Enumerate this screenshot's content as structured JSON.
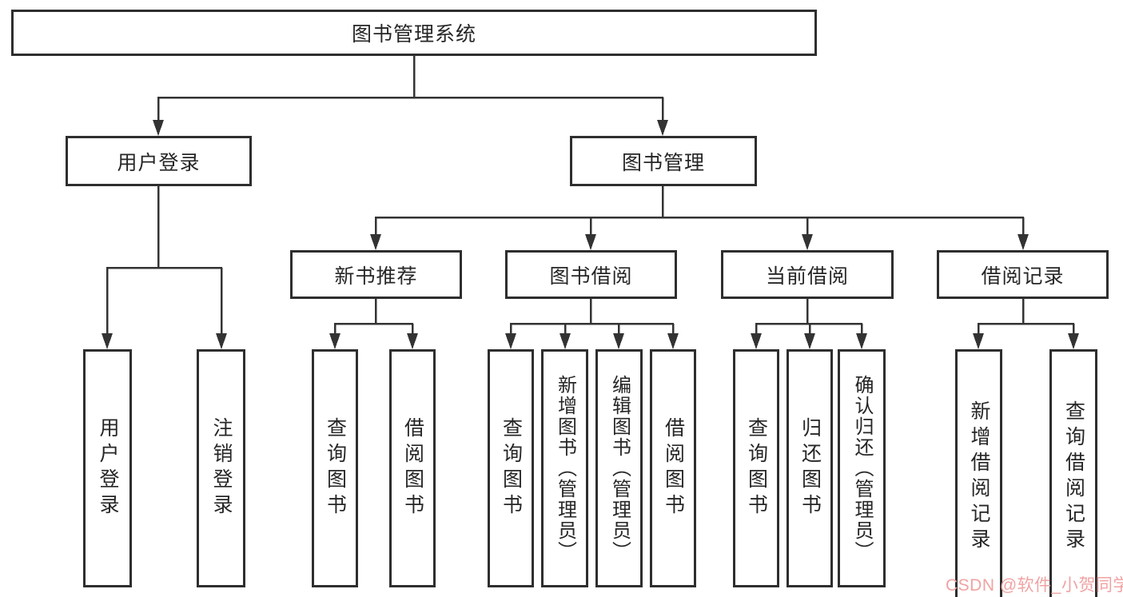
{
  "diagram": {
    "line_color": "#333333",
    "tree": {
      "root": {
        "label": "图书管理系统",
        "children": [
          {
            "label": "用户登录",
            "children": [
              {
                "label": "用户登录"
              },
              {
                "label": "注销登录"
              }
            ]
          },
          {
            "label": "图书管理",
            "children": [
              {
                "label": "新书推荐",
                "children": [
                  {
                    "label": "查询图书"
                  },
                  {
                    "label": "借阅图书"
                  }
                ]
              },
              {
                "label": "图书借阅",
                "children": [
                  {
                    "label": "查询图书"
                  },
                  {
                    "label": "新增图书（管理员）"
                  },
                  {
                    "label": "编辑图书（管理员）"
                  },
                  {
                    "label": "借阅图书"
                  }
                ]
              },
              {
                "label": "当前借阅",
                "children": [
                  {
                    "label": "查询图书"
                  },
                  {
                    "label": "归还图书"
                  },
                  {
                    "label": "确认归还（管理员）"
                  }
                ]
              },
              {
                "label": "借阅记录",
                "children": [
                  {
                    "label": "新增借阅记录"
                  },
                  {
                    "label": "查询借阅记录"
                  }
                ]
              }
            ]
          }
        ]
      }
    }
  },
  "watermark": {
    "text": "CSDN @软件_小贺同学",
    "color": "#f0a3a3"
  }
}
